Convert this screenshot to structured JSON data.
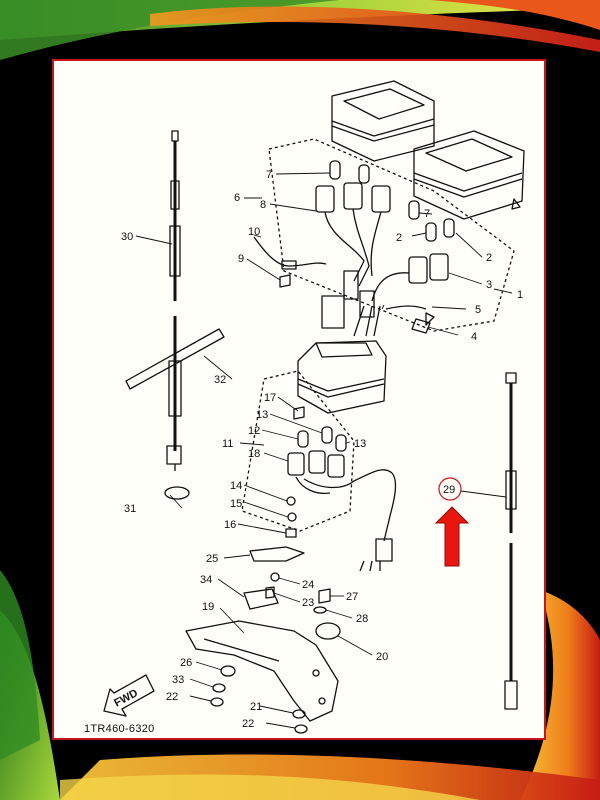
{
  "diagram": {
    "part_code": "1TR460-6320",
    "fwd_label": "FWD",
    "highlighted_part": "29",
    "highlight_color": "#c8151b",
    "arrow_color": "#e8160f",
    "frame_color": "#c8151b",
    "callouts": {
      "c1": "1",
      "c2a": "2",
      "c2b": "2",
      "c3": "3",
      "c4": "4",
      "c5": "5",
      "c6": "6",
      "c7a": "7",
      "c7b": "7",
      "c8": "8",
      "c9": "9",
      "c10": "10",
      "c11": "11",
      "c12": "12",
      "c13a": "13",
      "c13b": "13",
      "c14": "14",
      "c15": "15",
      "c16": "16",
      "c17": "17",
      "c18": "18",
      "c19": "19",
      "c20": "20",
      "c21": "21",
      "c22a": "22",
      "c22b": "22",
      "c23": "23",
      "c24": "24",
      "c25": "25",
      "c26": "26",
      "c27": "27",
      "c28": "28",
      "c29": "29",
      "c30": "30",
      "c31": "31",
      "c32": "32",
      "c33": "33",
      "c34": "34"
    }
  }
}
